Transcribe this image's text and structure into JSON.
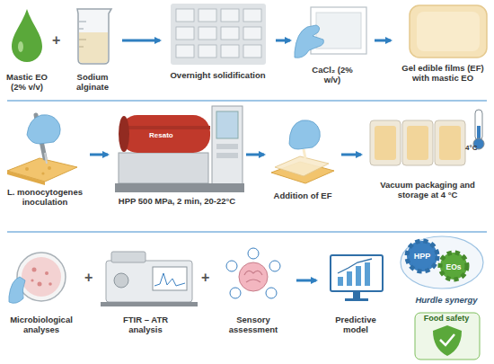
{
  "diagram": {
    "nodes": [
      {
        "text": [
          "Mastic EO (2% v/v)"
        ]
      },
      {
        "text": [
          "Sodium alginate"
        ]
      },
      {
        "text": [
          "Overnight solidification"
        ]
      },
      {
        "text": [
          "CaCl₂ (2% w/v)"
        ]
      },
      {
        "text": [
          "Gel edible films (EF) with mastic EO"
        ]
      },
      {
        "text": [
          "L. monocytogenes inoculation"
        ]
      },
      {
        "text": [
          "HPP 500 MPa, 2 min, 20-22°C"
        ]
      },
      {
        "text": [
          "Addition of EF"
        ]
      },
      {
        "text": [
          "Vacuum packaging and storage at 4 °C"
        ]
      },
      {
        "text": [
          "Microbiological analyses"
        ]
      },
      {
        "text": [
          "FTIR – ATR analysis"
        ]
      },
      {
        "text": [
          "Sensory assessment"
        ]
      },
      {
        "text": [
          "Predictive model"
        ]
      },
      {
        "text": [
          "HPP",
          "EOs",
          "Hurdle synergy"
        ]
      },
      {
        "text": [
          "Food safety"
        ]
      }
    ],
    "edges": [
      {
        "from": 1,
        "to": 2,
        "arrow": "to"
      },
      {
        "from": 2,
        "to": 3,
        "arrow": "to"
      },
      {
        "from": 3,
        "to": 4,
        "arrow": "to"
      },
      {
        "from": 5,
        "to": 6,
        "arrow": "to"
      },
      {
        "from": 6,
        "to": 7,
        "arrow": "to"
      },
      {
        "from": 7,
        "to": 8,
        "arrow": "to"
      },
      {
        "from": 11,
        "to": 12,
        "arrow": "to"
      }
    ],
    "labels": [
      "+",
      "Resato",
      "4°C",
      "+",
      "+"
    ]
  }
}
